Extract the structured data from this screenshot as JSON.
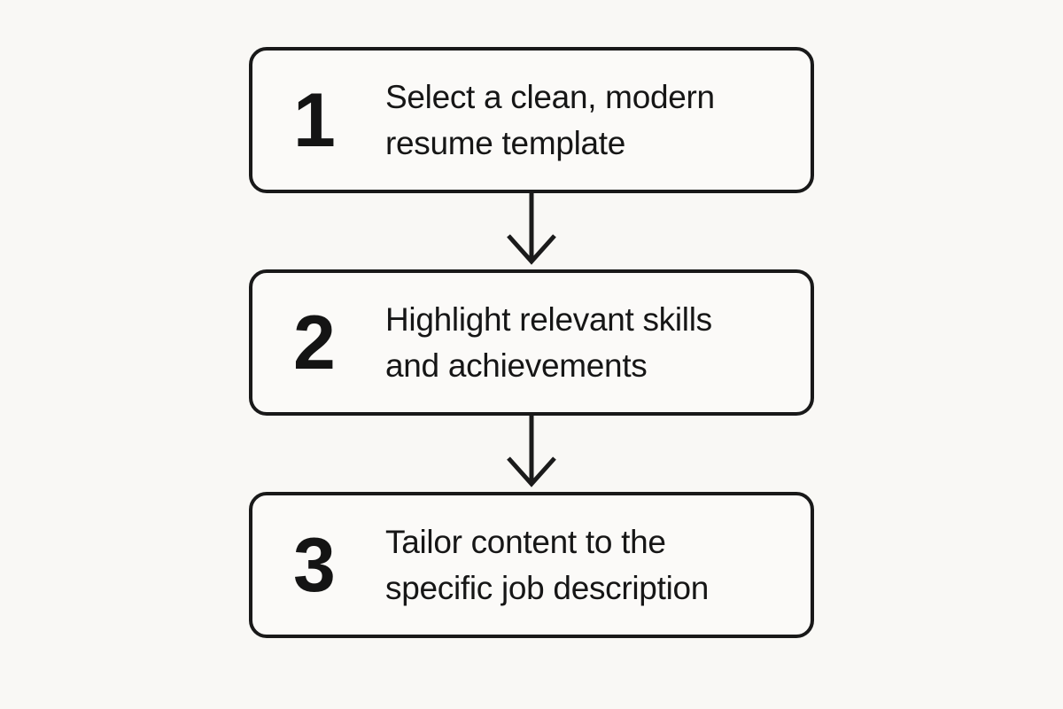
{
  "page": {
    "background_color": "#f9f8f5",
    "box_background": "#fbfaf8",
    "border_color": "#191919",
    "text_color": "#161616"
  },
  "flowchart": {
    "title": "",
    "arrow_icon": "down-arrow",
    "steps": [
      {
        "number": "1",
        "label": "Select a clean, modern resume template",
        "lines": [
          "Select a clean, modern",
          "resume template"
        ]
      },
      {
        "number": "2",
        "label": "Highlight relevant skills and achievements",
        "lines": [
          "Highlight relevant skills",
          "and achievements"
        ]
      },
      {
        "number": "3",
        "label": "Tailor content to the specific job description",
        "lines": [
          "Tailor content to the",
          "specific job description"
        ]
      }
    ]
  }
}
